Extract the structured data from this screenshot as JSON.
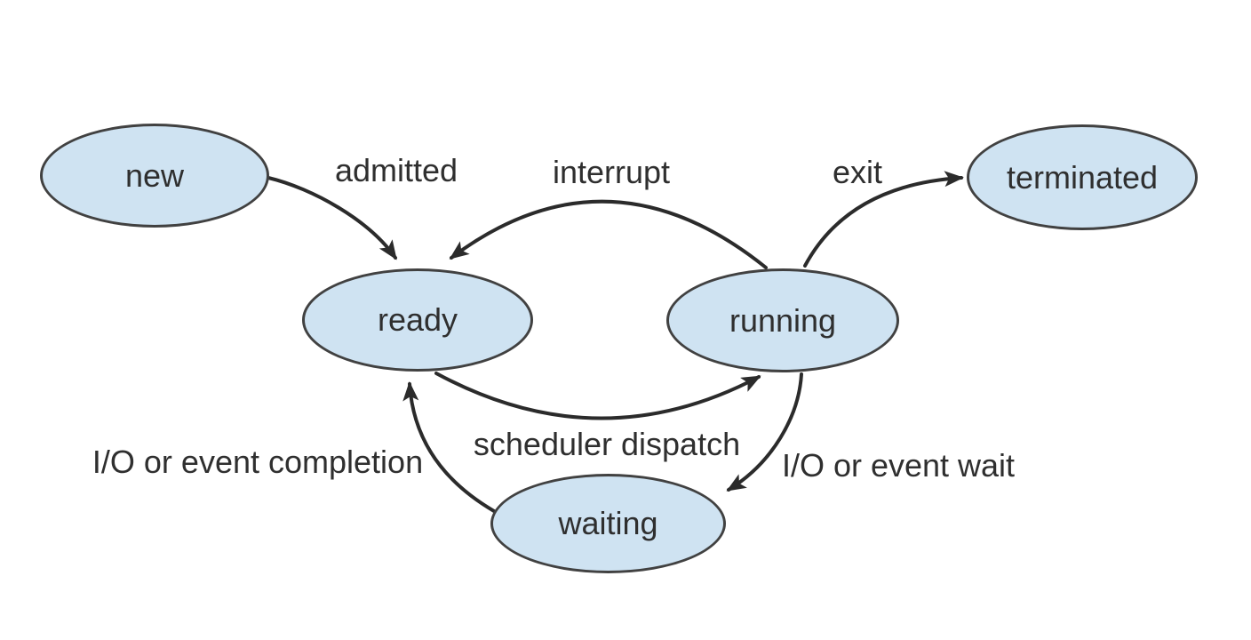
{
  "diagram": {
    "colors": {
      "state_fill": "#cfe3f2",
      "state_stroke": "#414141",
      "arrow": "#2b2b2b",
      "text": "#2f2f2f",
      "background": "#ffffff"
    },
    "states": [
      {
        "id": "new",
        "label": "new"
      },
      {
        "id": "ready",
        "label": "ready"
      },
      {
        "id": "running",
        "label": "running"
      },
      {
        "id": "waiting",
        "label": "waiting"
      },
      {
        "id": "terminated",
        "label": "terminated"
      }
    ],
    "transitions": [
      {
        "label": "admitted",
        "from": "new",
        "to": "ready"
      },
      {
        "label": "interrupt",
        "from": "running",
        "to": "ready"
      },
      {
        "label": "exit",
        "from": "running",
        "to": "terminated"
      },
      {
        "label": "scheduler dispatch",
        "from": "ready",
        "to": "running"
      },
      {
        "label": "I/O or event wait",
        "from": "running",
        "to": "waiting"
      },
      {
        "label": "I/O or event completion",
        "from": "waiting",
        "to": "ready"
      }
    ]
  }
}
